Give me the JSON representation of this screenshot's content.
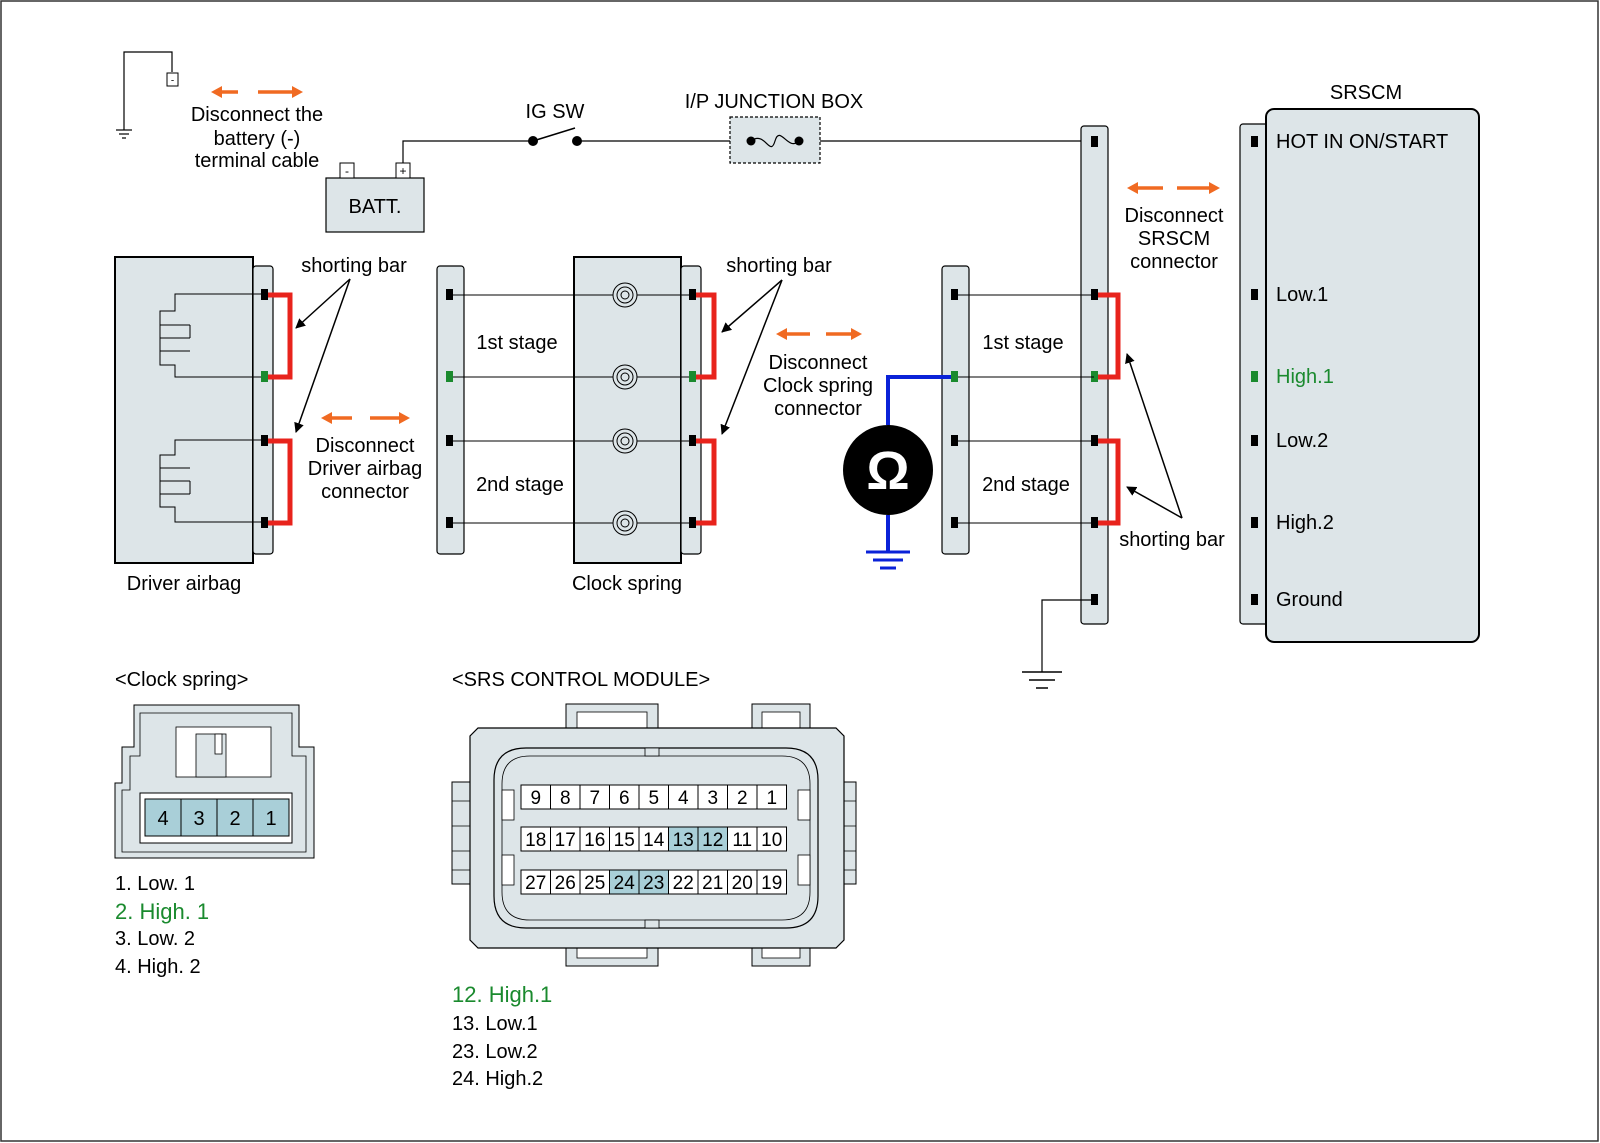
{
  "colors": {
    "accent_green": "#1a8a2e",
    "wire_red": "#e8231c",
    "wire_blue": "#0a22d8",
    "arrow_orange": "#f06a22",
    "panel_fill": "#dde5e8",
    "pin_highlight": "#a9cfd8"
  },
  "battery": {
    "note_lines": [
      "Disconnect the",
      "battery (-)",
      "terminal cable"
    ],
    "label": "BATT.",
    "minus": "-",
    "plus": "+"
  },
  "ig_sw": "IG SW",
  "junction_box": "I/P JUNCTION BOX",
  "srscm": {
    "title": "SRSCM",
    "pins": [
      "HOT IN ON/START",
      "Low.1",
      "High.1",
      "Low.2",
      "High.2",
      "Ground"
    ],
    "disconnect_lines": [
      "Disconnect",
      "SRSCM",
      "connector"
    ]
  },
  "driver_airbag": {
    "label": "Driver airbag",
    "disconnect_lines": [
      "Disconnect",
      "Driver airbag",
      "connector"
    ]
  },
  "clock_spring": {
    "label": "Clock spring",
    "disconnect_lines": [
      "Disconnect",
      "Clock spring",
      "connector"
    ]
  },
  "shorting_bar": "shorting bar",
  "stage1": "1st stage",
  "stage2": "2nd stage",
  "ohm_symbol": "Ω",
  "clock_spring_connector": {
    "title": "<Clock spring>",
    "pins": [
      "4",
      "3",
      "2",
      "1"
    ],
    "legend": [
      "1. Low. 1",
      "2. High. 1",
      "3. Low. 2",
      "4. High. 2"
    ]
  },
  "srs_module_connector": {
    "title": "<SRS CONTROL MODULE>",
    "row1": [
      "9",
      "8",
      "7",
      "6",
      "5",
      "4",
      "3",
      "2",
      "1"
    ],
    "row2": [
      "18",
      "17",
      "16",
      "15",
      "14",
      "13",
      "12",
      "11",
      "10"
    ],
    "row3": [
      "27",
      "26",
      "25",
      "24",
      "23",
      "22",
      "21",
      "20",
      "19"
    ],
    "highlighted": [
      "13",
      "12",
      "24",
      "23"
    ],
    "legend": [
      "12. High.1",
      "13. Low.1",
      "23. Low.2",
      "24. High.2"
    ]
  }
}
